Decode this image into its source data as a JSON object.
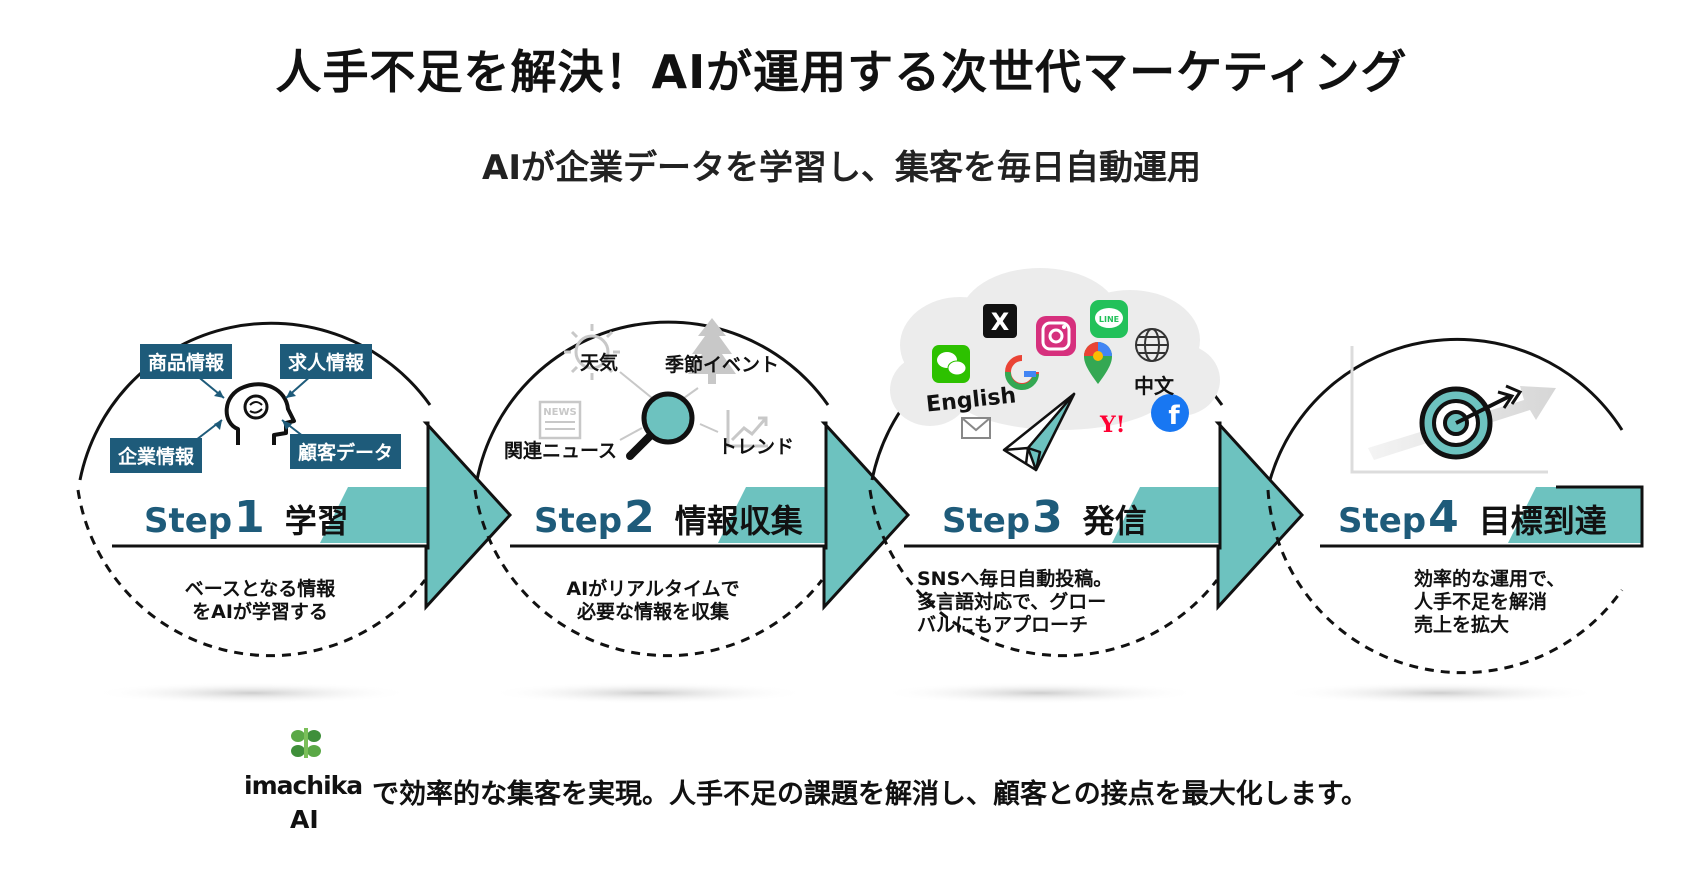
{
  "title": "人手不足を解決！AIが運用する次世代マーケティング",
  "subtitle": "AIが企業データを学習し、集客を毎日自動運用",
  "accent_color": "#6dc2bf",
  "navy_color": "#1e5b7a",
  "steps": [
    {
      "word": "Step",
      "num": "1",
      "label": "学習",
      "desc": [
        "ベースとなる情報",
        "をAIが学習する"
      ],
      "tags": [
        "商品情報",
        "求人情報",
        "企業情報",
        "顧客データ"
      ]
    },
    {
      "word": "Step",
      "num": "2",
      "label": "情報収集",
      "desc": [
        "AIがリアルタイムで",
        "必要な情報を収集"
      ],
      "labels": [
        "天気",
        "季節イベント",
        "関連ニュース",
        "トレンド"
      ],
      "news_icon": "NEWS"
    },
    {
      "word": "Step",
      "num": "3",
      "label": "発信",
      "desc": [
        "SNSへ毎日自動投稿。",
        "多言語対応で、グロー",
        "バルにもアプローチ"
      ],
      "languages": [
        "English",
        "中文"
      ],
      "icons": [
        "x-icon",
        "instagram-icon",
        "line-icon",
        "globe-icon",
        "wechat-icon",
        "google-icon",
        "maps-pin-icon",
        "facebook-icon",
        "yahoo-icon",
        "mail-icon",
        "paper-plane-icon"
      ],
      "line_text": "LINE",
      "yahoo_text": "Y!",
      "x_text": "X"
    },
    {
      "word": "Step",
      "num": "4",
      "label": "目標到達",
      "desc": [
        "効率的な運用で、",
        "人手不足を解消",
        "売上を拡大"
      ]
    }
  ],
  "footer": {
    "brand": "imachika",
    "brand_sub": "AI",
    "text": "で効率的な集客を実現。人手不足の課題を解消し、顧客との接点を最大化します。"
  }
}
